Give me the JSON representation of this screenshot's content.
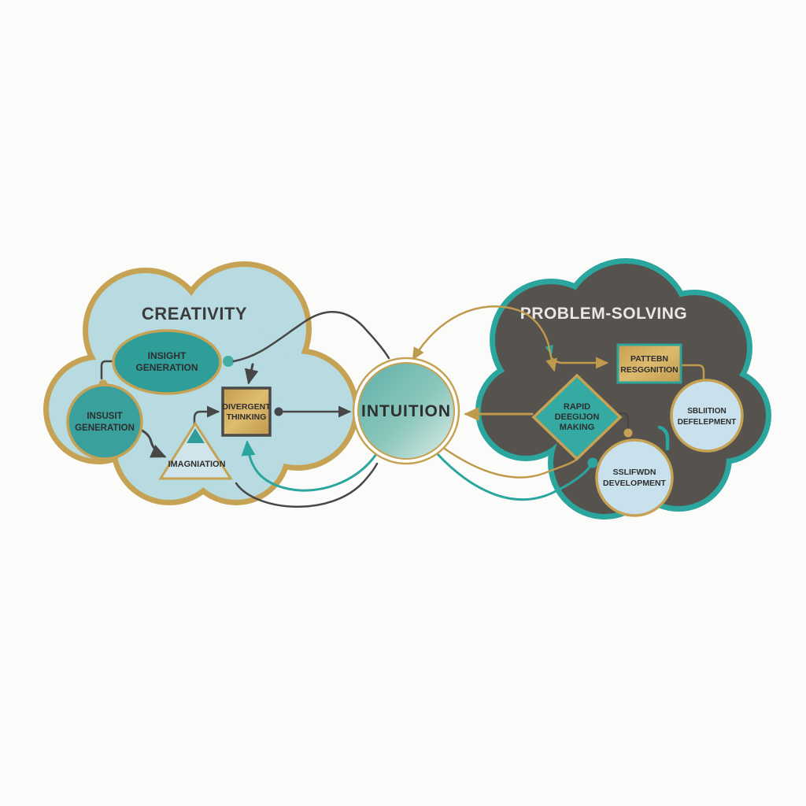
{
  "diagram": {
    "left_cloud": {
      "title": "CREATIVITY",
      "ellipse": {
        "line1": "INSIGHT",
        "line2": "GENERATION"
      },
      "circle": {
        "line1": "INSUSIT",
        "line2": "GENERATION"
      },
      "box": {
        "line1": "DIVERGENT",
        "line2": "THINKING"
      },
      "triangle": {
        "label": "IMAGNIATION"
      }
    },
    "center": {
      "label": "INTUITION"
    },
    "right_cloud": {
      "title": "PROBLEM-SOLVING",
      "box": {
        "line1": "PATTEBN",
        "line2": "RESGGNITION"
      },
      "diamond": {
        "line1": "RAPID",
        "line2": "DEEGIJON",
        "line3": "MAKING"
      },
      "circle_right": {
        "line1": "SBLIITION",
        "line2": "DEFELEPMENT"
      },
      "circle_bottom": {
        "line1": "SSLIFWDN",
        "line2": "DEVELOPMENT"
      }
    },
    "colors": {
      "background": "#fbfbfa",
      "left_cloud_fill": "#b7dbe1",
      "left_cloud_border": "#c6a254",
      "right_cloud_fill": "#56524e",
      "right_cloud_border": "#2ba69e",
      "gold": "#bf9a4c",
      "teal": "#2ba69e",
      "dark_line": "#474747",
      "teal_node_fill": "#2f9e99",
      "diamond_fill": "#35aaa2",
      "light_circle_fill": "#c8e1ec",
      "gold_box_fill": "#cda558",
      "intuition_gradient_start": "#5fb0a8",
      "intuition_gradient_end": "#ddeee9"
    },
    "connections": [
      {
        "from": "insight-generation-ellipse",
        "to": "insusit-generation-circle",
        "style": "elbow",
        "color": "dark"
      },
      {
        "from": "insusit-generation-circle",
        "to": "imagination-triangle",
        "style": "wavy-arrow",
        "color": "dark"
      },
      {
        "from": "imagination-triangle",
        "to": "divergent-thinking-box",
        "style": "elbow-arrow",
        "color": "dark"
      },
      {
        "from": "creativity-cloud",
        "to": "divergent-thinking-box",
        "style": "down-arrow",
        "color": "dark"
      },
      {
        "from": "divergent-thinking-box",
        "to": "intuition",
        "style": "straight-arrow",
        "color": "dark"
      },
      {
        "from": "insight-generation-ellipse",
        "to": "intuition",
        "style": "arc-over",
        "color": "dark"
      },
      {
        "from": "intuition",
        "to": "divergent-thinking-box",
        "style": "arc-under-arrow",
        "color": "teal"
      },
      {
        "from": "creativity-cloud",
        "to": "intuition",
        "style": "arc-under",
        "color": "dark"
      },
      {
        "from": "problem-solving-cloud",
        "to": "intuition",
        "style": "arc-over-arrow",
        "color": "gold"
      },
      {
        "from": "problem-solving-cloud-entry",
        "to": "pattern-recognition-box",
        "style": "elbow-arrow",
        "color": "gold"
      },
      {
        "from": "problem-solving-cloud-entry",
        "to": "rapid-decision-diamond",
        "style": "down-arrow",
        "color": "gold"
      },
      {
        "from": "rapid-decision-diamond",
        "to": "intuition",
        "style": "straight-arrow",
        "color": "gold"
      },
      {
        "from": "pattern-recognition-box",
        "to": "solution-development-circle-right",
        "style": "elbow",
        "color": "gold"
      },
      {
        "from": "rapid-decision-diamond",
        "to": "solution-development-circle-bottom",
        "style": "elbow",
        "color": "dark"
      },
      {
        "from": "solution-development-circle-right",
        "to": "solution-development-circle-bottom",
        "style": "elbow",
        "color": "teal"
      },
      {
        "from": "intuition",
        "to": "solution-development-circle-bottom",
        "style": "arc-under-dot",
        "color": "teal"
      },
      {
        "from": "intuition",
        "to": "rapid-decision-diamond",
        "style": "arc-under",
        "color": "gold"
      }
    ]
  }
}
